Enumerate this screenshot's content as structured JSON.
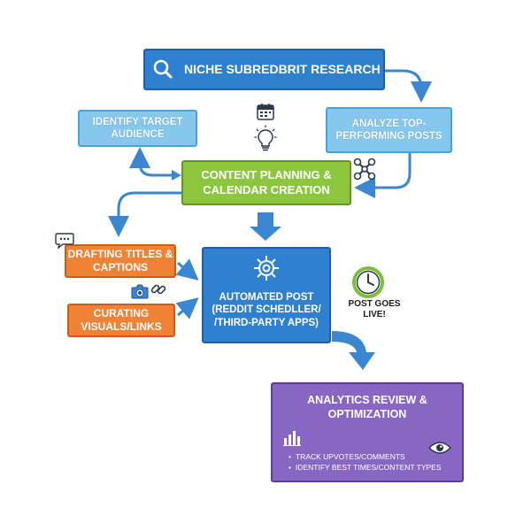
{
  "diagram": {
    "nodes": {
      "research": {
        "label": "NICHE SUBREDBRIT RESEARCH"
      },
      "audience": {
        "label": "IDENTIFY TARGET AUDIENCE"
      },
      "analyze": {
        "label": "ANALYZE TOP-PERFORMING POSTS"
      },
      "planning": {
        "label": "CONTENT PLANNING & CALENDAR CREATION"
      },
      "titles": {
        "label": "DRAFTING TITLES & CAPTIONS"
      },
      "visuals": {
        "label": "CURATING VISUALS/LINKS"
      },
      "automated": {
        "label": "AUTOMATED POST (REDDIT SCHEDLLER/ /THIRD-PARTY APPS)"
      },
      "analytics": {
        "title": "ANALYTICS REVIEW & OPTIMIZATION",
        "bullets": [
          "TRACK UPVOTES/COMMENTS",
          "IDENTIFY BEST TIMES/CONTENT TYPES"
        ]
      }
    },
    "live_label": "POST GOES LIVE!",
    "edges": [
      {
        "from": "research",
        "to": "analyze"
      },
      {
        "from": "analyze",
        "to": "planning"
      },
      {
        "from": "planning",
        "to": "audience"
      },
      {
        "from": "planning",
        "to": "titles"
      },
      {
        "from": "planning",
        "to": "automated"
      },
      {
        "from": "titles",
        "to": "automated"
      },
      {
        "from": "visuals",
        "to": "automated"
      },
      {
        "from": "automated",
        "to": "analytics"
      }
    ],
    "icons": [
      "search-icon",
      "calendar-icon",
      "lightbulb-icon",
      "network-icon",
      "speech-bubble-icon",
      "camera-icon",
      "link-icon",
      "gear-icon",
      "clock-icon",
      "bar-chart-icon",
      "eye-icon"
    ],
    "colors": {
      "blue": "#2f80cf",
      "light_blue": "#86c7ee",
      "green": "#8cc63e",
      "orange": "#f08236",
      "purple": "#8866c4",
      "arrow": "#3a86d0",
      "clock_ring": "#7cbf3a"
    }
  }
}
